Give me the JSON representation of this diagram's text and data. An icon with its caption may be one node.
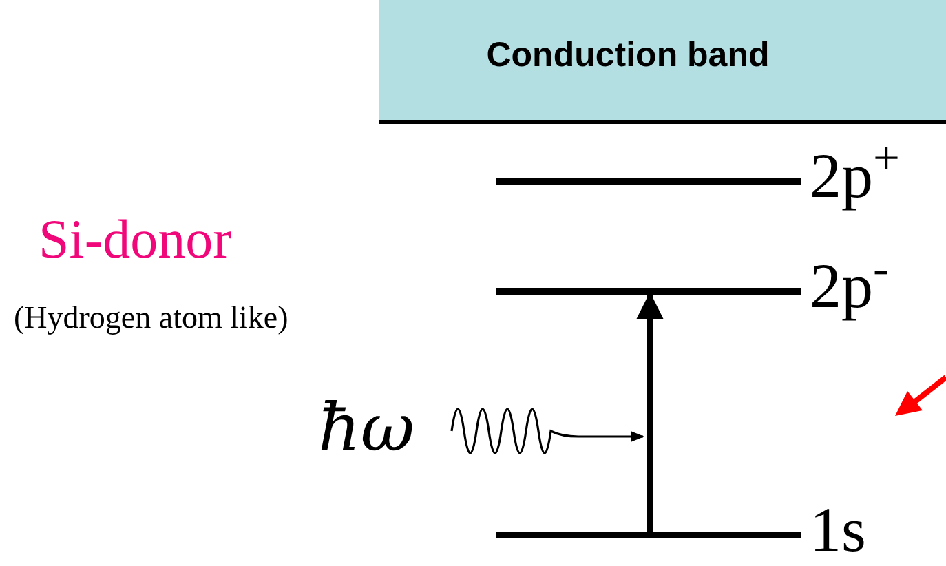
{
  "diagram": {
    "nodes": [
      {
        "text": [
          "Conduction band"
        ]
      },
      {
        "text": [],
        "shape": "bar",
        "beside": [
          "2p$^{+}$"
        ]
      },
      {
        "text": [],
        "shape": "bar",
        "beside": [
          "2p$^{-}$"
        ]
      },
      {
        "text": [],
        "shape": "bar",
        "beside": [
          "1s"
        ]
      },
      {
        "text": [
          "ħω"
        ]
      }
    ],
    "edges": [
      {
        "from": 3,
        "to": 2,
        "arrow": "to",
        "style": "thick"
      },
      {
        "from": 4,
        "to": null,
        "arrow": "to"
      }
    ],
    "labels": [
      "Si-donor",
      "(Hydrogen atom like)"
    ]
  }
}
